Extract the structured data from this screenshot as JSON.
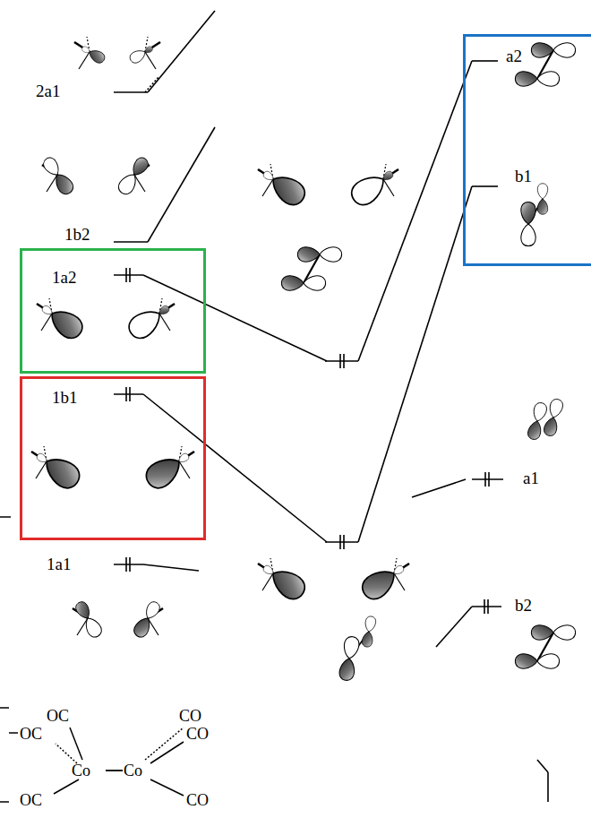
{
  "diagram": {
    "nodes": [
      {
        "text": [
          "a2",
          "b1"
        ]
      },
      {
        "text": [
          "1a2"
        ]
      },
      {
        "text": [
          "1b1"
        ]
      }
    ],
    "labels": [
      "2a1",
      "1b2",
      "a1",
      "1a1",
      "b2",
      "OC",
      "CO",
      "OC",
      "CO",
      "Co",
      "Co",
      "OC",
      "CO"
    ]
  }
}
